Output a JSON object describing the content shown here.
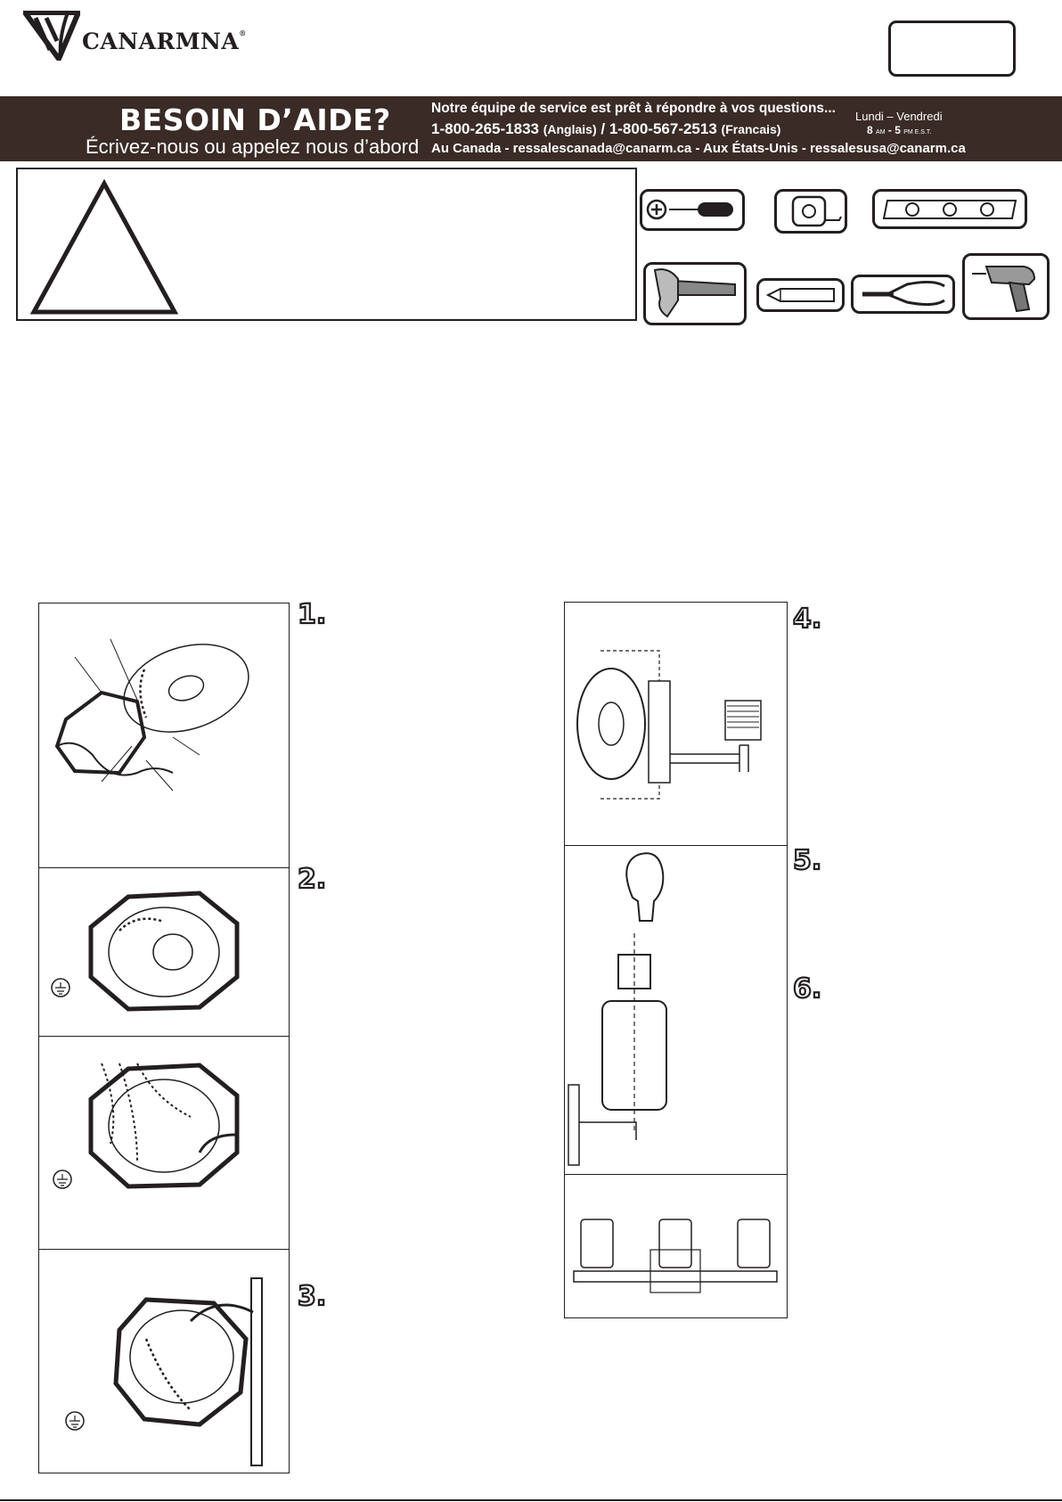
{
  "brand": {
    "name": "CANARMNA",
    "mark": "®"
  },
  "banner": {
    "title": "BESOIN D’AIDE?",
    "subtitle": "Écrivez-nous ou appelez nous d’abord",
    "service": "Notre équipe de service est prêt à répondre à vos questions...",
    "phone_en": "1-800-265-1833",
    "phone_en_lang": "(Anglais)",
    "sep": "/",
    "phone_fr": "1-800-567-2513",
    "phone_fr_lang": "(Francais)",
    "emails": "Au Canada - ressalescanada@canarm.ca  -  Aux États-Unis - ressalesusa@canarm.ca",
    "days": "Lundi – Vendredi",
    "hours_start": "8",
    "hours_am": "AM",
    "hours_dash": " - ",
    "hours_end": "5",
    "hours_pm": "PM E.S.T."
  },
  "tools": [
    "screwdriver-icon",
    "tape-measure-icon",
    "level-icon",
    "hammer-icon",
    "pencil-icon",
    "pliers-icon",
    "drill-icon"
  ],
  "steps": {
    "s1": "1.",
    "s2": "2.",
    "s3": "3.",
    "s4": "4.",
    "s5": "5.",
    "s6": "6."
  }
}
